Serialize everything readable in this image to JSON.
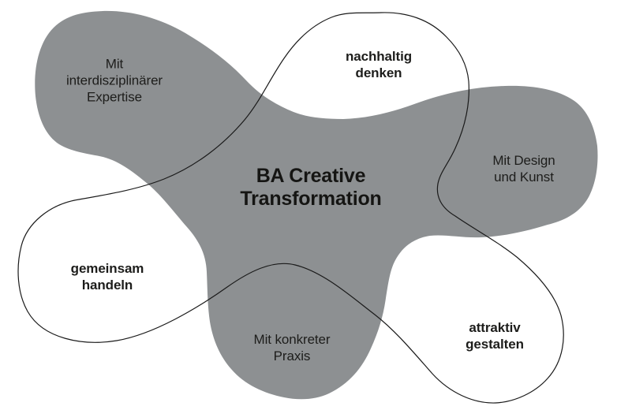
{
  "figure": {
    "center_label": "BA Creative\nTransformation",
    "filled_lobes": [
      {
        "id": "interdisciplinary-expertise",
        "label": "Mit\ninterdisziplinärer\nExpertise"
      },
      {
        "id": "design-and-art",
        "label": "Mit Design\nund Kunst"
      },
      {
        "id": "concrete-practice",
        "label": "Mit konkreter\nPraxis"
      }
    ],
    "outlined_lobes": [
      {
        "id": "think-sustainably",
        "label": "nachhaltig\ndenken"
      },
      {
        "id": "act-together",
        "label": "gemeinsam\nhandeln"
      },
      {
        "id": "design-attractively",
        "label": "attraktiv\ngestalten"
      }
    ],
    "colors": {
      "blob_fill": "#8d9092",
      "outline_stroke": "#1a1a1a",
      "text": "#1d1d1b",
      "background": "#ffffff"
    }
  }
}
